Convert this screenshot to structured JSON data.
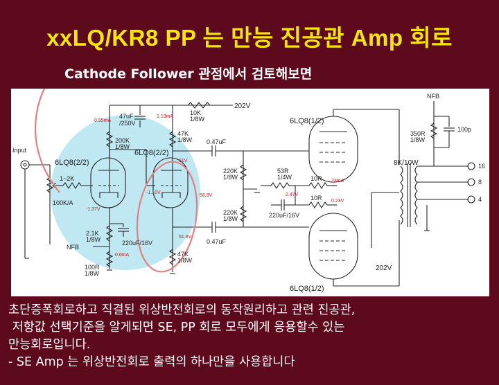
{
  "header": {
    "title": "xxLQ/KR8  PP 는 만능 진공관 Amp 회로",
    "subtitle": "Cathode Follower 관점에서 검토해보면"
  },
  "schematic": {
    "input": "Input",
    "nfb_top": "NFB",
    "nfb_left": "NFB",
    "supply": "202V",
    "supply_out": "202V",
    "tube_v1a": "6LQ8(2/2)",
    "tube_v1b": "6LQ8(2/2)",
    "tube_top": "6LQ8(1/2)",
    "tube_bottom": "6LQ8(1/2)",
    "transformer": "8K/10W",
    "taps": [
      "16",
      "8",
      "4"
    ],
    "r_10k": "10K",
    "r_10k_w": "1/8W",
    "c_47uf": "47uF",
    "c_47uf_v": "/250V",
    "cur_055": "0.55mA",
    "cur_113": "1.13mA",
    "r_200k": "200K",
    "r_200k_w": "1/8W",
    "r_47k_top": "47K",
    "r_47k_top_w": "1/8W",
    "r_1to2k": "1~2K",
    "pot_100k": "100K/A",
    "v_137": "-1.37V",
    "v_116": "-1.16V",
    "v_61": "61V",
    "v_589": "58.9V",
    "v_618": "61.8V",
    "r_21k": "2.1K",
    "r_21k_w": "1/8W",
    "c_220_left": "220uF/16V",
    "r_47k_bot": "47K",
    "r_47k_bot_w": "1/8W",
    "cur_06": "0.6mA",
    "r_100r": "100R",
    "r_100r_w": "1/8W",
    "c_047_top": "0.47uF",
    "c_047_bot": "0.47uF",
    "r_220k_a": "220K",
    "r_220k_a_w": "1/8W",
    "r_220k_b": "220K",
    "r_220k_b_w": "1/8W",
    "r_53r": "53R",
    "r_53r_w": "1/4W",
    "v_247": "2.47V",
    "r_10r_a": "10R",
    "r_10r_b": "10R",
    "cur_23": "23mA",
    "v_023": "0.23V",
    "c_220_mid": "220uF/16V",
    "r_350r": "350R",
    "r_350r_w": "1/8W",
    "c_100p": "100p"
  },
  "description": {
    "line1": "초단증폭회로하고 직결된 위상반전회로의 동작원리하고 관련 진공관,",
    "line2": " 저항값 선택기준을 알게되면 SE, PP 회로 모두에게 응용할수 있는",
    "line3": "만능회로입니다.",
    "line4": "- SE Amp 는 위상반전회로 출력의 하나만을 사용합니다"
  },
  "colors": {
    "background": "#5c0a1c",
    "title": "#f5e60a",
    "highlight": "#bfe8f2",
    "annotation": "#e08080",
    "voltage_note": "#c0202a"
  }
}
